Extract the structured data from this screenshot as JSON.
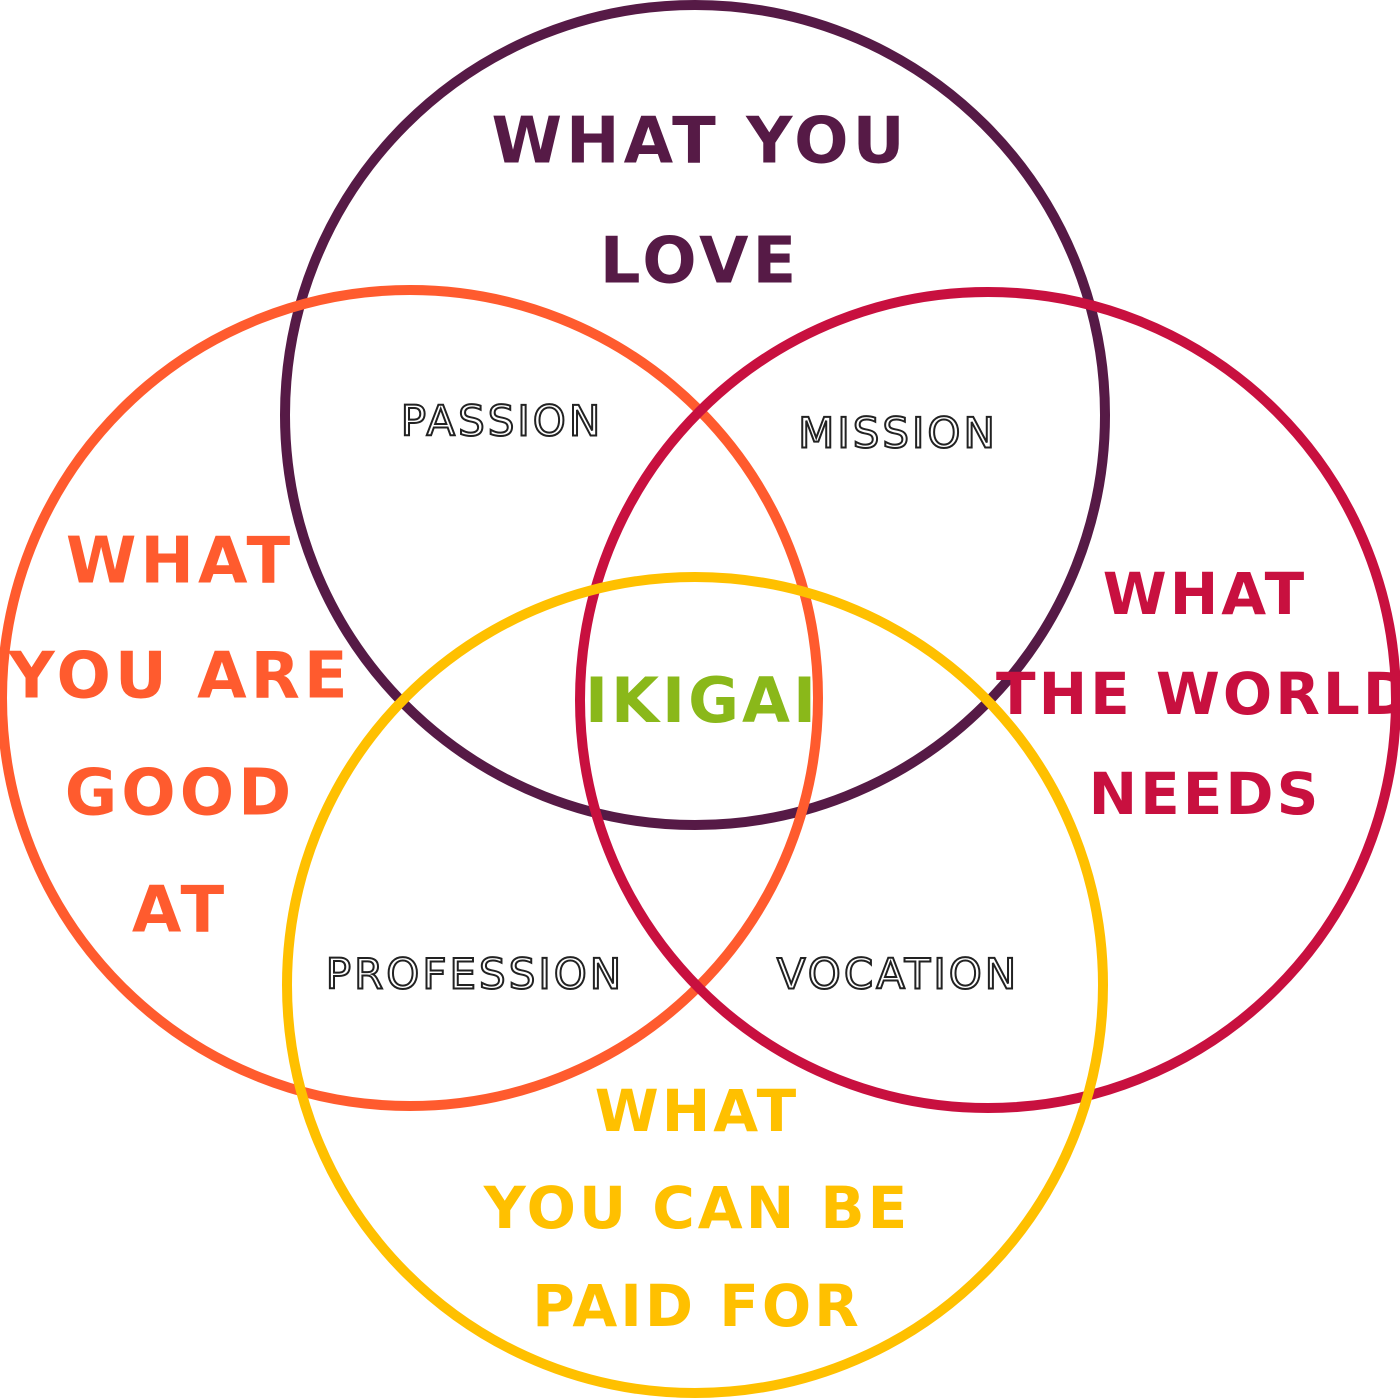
{
  "circles": {
    "love": {
      "lines": [
        "WHAT YOU",
        "LOVE"
      ],
      "color": "#561a46"
    },
    "good_at": {
      "lines": [
        "WHAT",
        "YOU ARE",
        "GOOD",
        "AT"
      ],
      "color": "#ff5b2e"
    },
    "world_needs": {
      "lines": [
        "WHAT",
        "THE WORLD",
        "NEEDS"
      ],
      "color": "#c8103f"
    },
    "paid_for": {
      "lines": [
        "WHAT",
        "YOU CAN BE",
        "PAID FOR"
      ],
      "color": "#ffc000"
    }
  },
  "intersections": {
    "passion": "PASSION",
    "mission": "MISSION",
    "profession": "PROFESSION",
    "vocation": "VOCATION"
  },
  "center": {
    "label": "IKIGAI",
    "color": "#8ab81a"
  }
}
